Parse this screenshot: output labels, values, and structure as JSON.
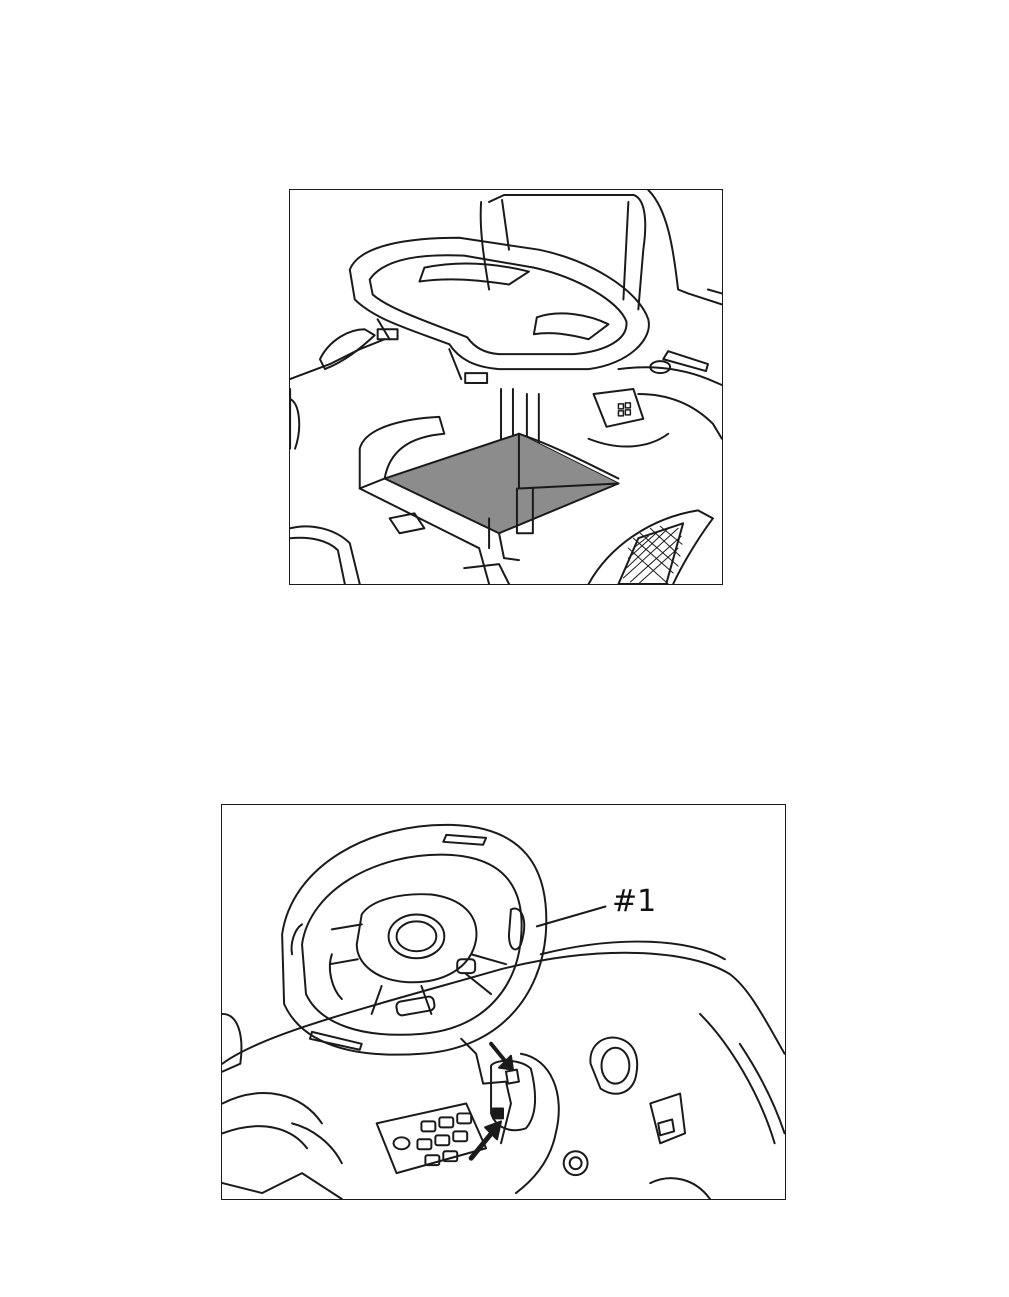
{
  "figures": [
    {
      "id": "seat-figure",
      "highlight_color": "#8c8c8c"
    },
    {
      "id": "steering-wheel-figure",
      "callout_label": "#1"
    }
  ],
  "colors": {
    "line": "#1a1a1a",
    "background": "#ffffff",
    "shade": "#8c8c8c"
  }
}
